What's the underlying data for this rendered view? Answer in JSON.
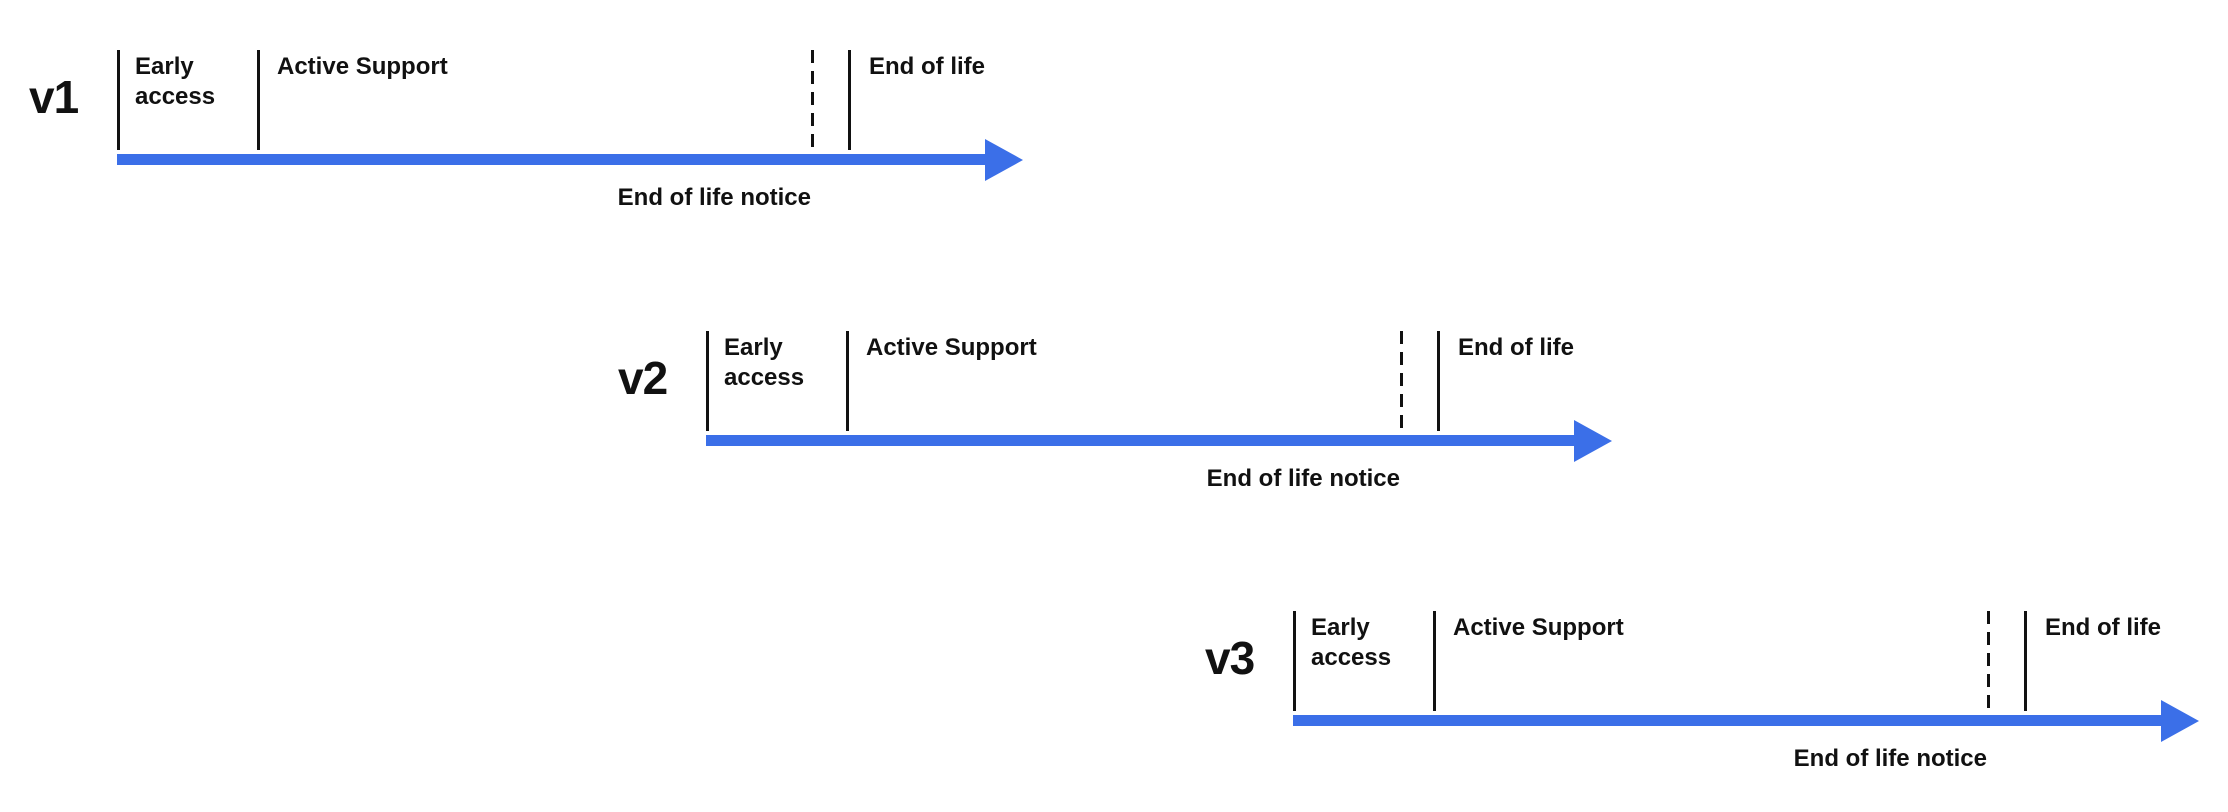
{
  "theme": {
    "background": "#ffffff",
    "text_color": "#111111",
    "line_color": "#111111",
    "arrow_color": "#3b6fe8"
  },
  "timelines": [
    {
      "version": "v1",
      "phases": {
        "early_access": "Early access",
        "active_support": "Active Support",
        "end_of_life_notice": "End of life notice",
        "end_of_life": "End of life"
      }
    },
    {
      "version": "v2",
      "phases": {
        "early_access": "Early access",
        "active_support": "Active Support",
        "end_of_life_notice": "End of life notice",
        "end_of_life": "End of life"
      }
    },
    {
      "version": "v3",
      "phases": {
        "early_access": "Early access",
        "active_support": "Active Support",
        "end_of_life_notice": "End of life notice",
        "end_of_life": "End of life"
      }
    }
  ]
}
